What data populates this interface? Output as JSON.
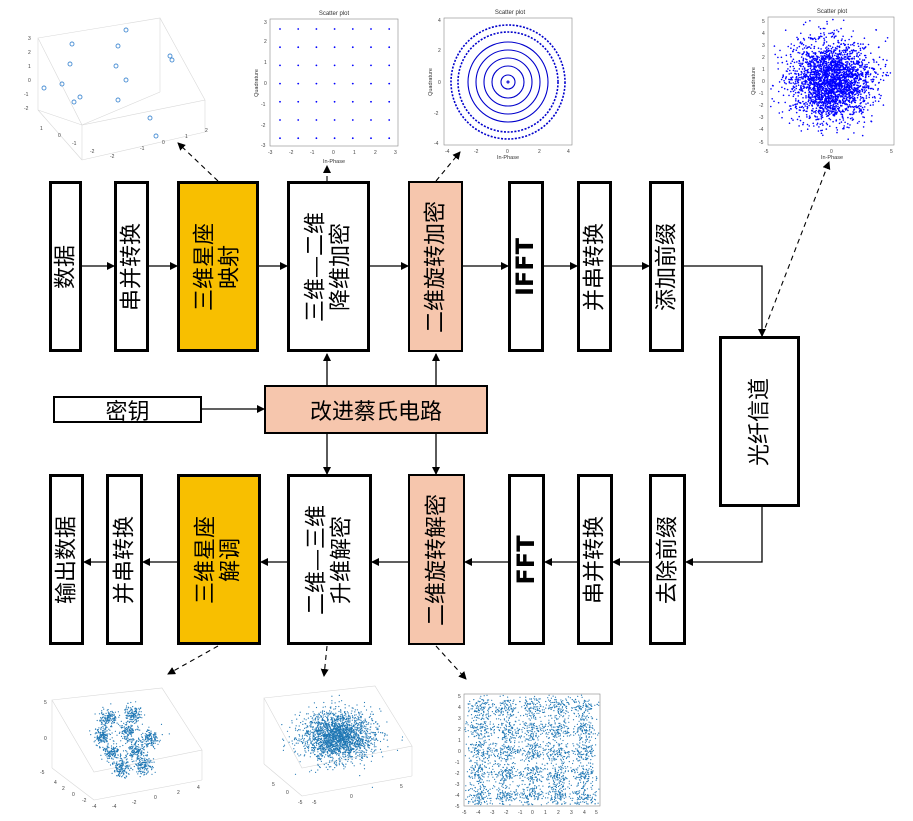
{
  "blocks_top": {
    "data": "数据",
    "serial_parallel": "串并转换",
    "map_3d": [
      "三维星座",
      "映射"
    ],
    "dim_3to2": [
      "三维—二维",
      "降维加密"
    ],
    "rot_enc": "二维旋转加密",
    "ifft": "IFFT",
    "parallel_serial": "并串转换",
    "add_prefix": "添加前缀"
  },
  "channel": "光纤信道",
  "key": "密钥",
  "chua": "改进蔡氏电路",
  "blocks_bottom": {
    "output": "输出数据",
    "parallel_serial": "并串转换",
    "demod_3d": [
      "三维星座",
      "解调"
    ],
    "dim_2to3": [
      "二维—三维",
      "升维解密"
    ],
    "rot_dec": "二维旋转解密",
    "fft": "FFT",
    "serial_parallel": "串并转换",
    "remove_prefix": "去除前缀"
  },
  "plots": {
    "scatter_title": "Scatter plot",
    "in_phase": "In-Phase",
    "quadrature": "Quadrature"
  },
  "colors": {
    "yellow": "#f8bf00",
    "salmon": "#f6c6ad",
    "scatter_blue": "#0000ff",
    "cloud_blue": "#1f77b4"
  }
}
